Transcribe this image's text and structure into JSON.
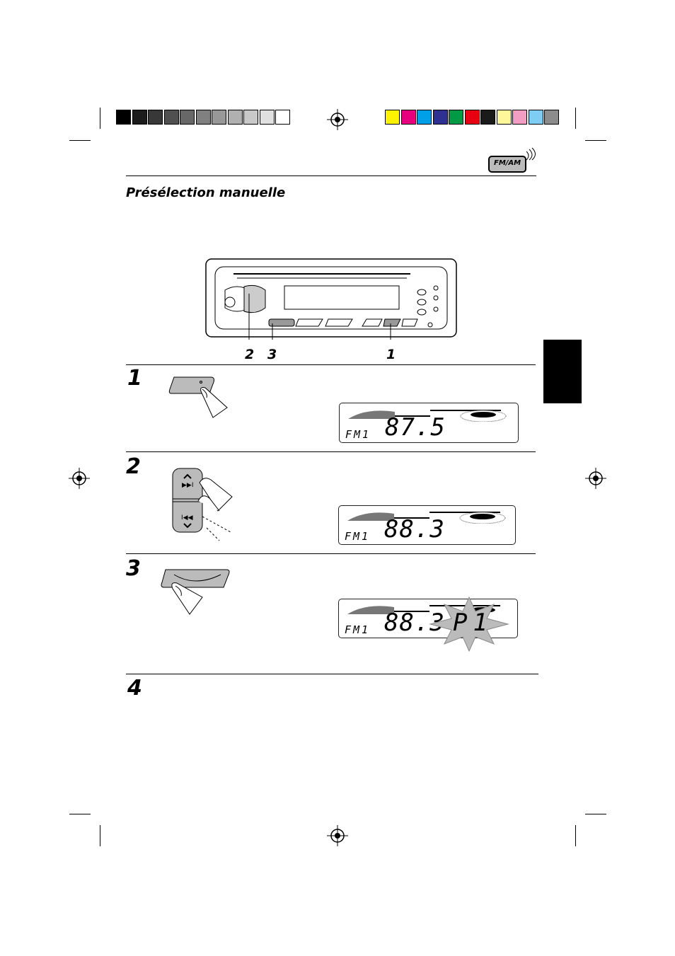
{
  "page": {
    "title": "Présélection manuelle",
    "header_badge": "FM/AM"
  },
  "color_bar": {
    "grays": [
      "#000000",
      "#1c1c1c",
      "#383838",
      "#505050",
      "#686868",
      "#808080",
      "#989898",
      "#b0b0b0",
      "#c8c8c8",
      "#e0e0e0",
      "#ffffff"
    ],
    "colors": [
      "#fff200",
      "#e6007e",
      "#00a0e9",
      "#2e3192",
      "#009944",
      "#e60012",
      "#1a1a1a",
      "#fff799",
      "#f19ec2",
      "#7ecef4",
      "#8c8c8c"
    ]
  },
  "diagram": {
    "callouts": [
      "2",
      "3",
      "1"
    ]
  },
  "steps": [
    {
      "number": "1",
      "lcd": {
        "band": "FM1",
        "freq": "87.5",
        "preset": ""
      }
    },
    {
      "number": "2",
      "lcd": {
        "band": "FM1",
        "freq": "88.3",
        "preset": ""
      }
    },
    {
      "number": "3",
      "lcd": {
        "band": "FM1",
        "freq": "88.3",
        "preset": "P1"
      }
    },
    {
      "number": "4"
    }
  ]
}
